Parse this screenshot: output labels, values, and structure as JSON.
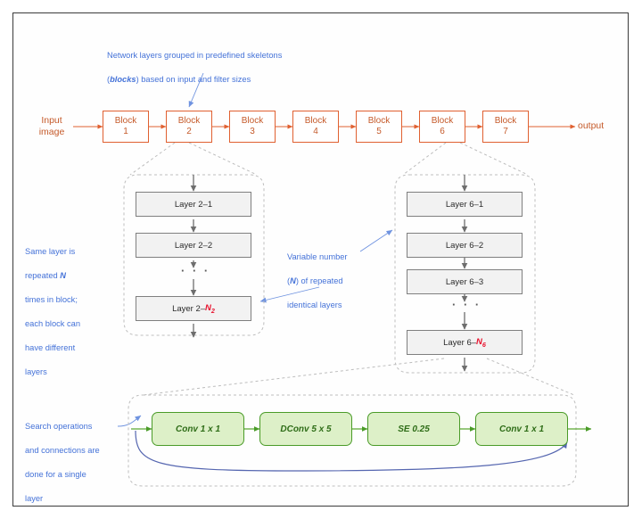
{
  "figure": {
    "title": "Neural architecture search space diagram"
  },
  "annotations": {
    "top": "Network layers grouped in predefined skeletons (blocks) based on input and filter sizes",
    "top_line1_pre": "Network layers grouped in predefined skeletons",
    "top_line2_pre": "(",
    "top_line2_em": "blocks",
    "top_line2_post": ") based on input and filter sizes",
    "left": "Same layer is repeated N times in block; each block can have different layers",
    "left_line1": "Same layer is",
    "left_line2_pre": "repeated ",
    "left_line2_em": "N",
    "left_line3": "times in block;",
    "left_line4": "each block can",
    "left_line5": "have different",
    "left_line6": "layers",
    "middle": "Variable number (N) of repeated identical layers",
    "middle_line1": "Variable number",
    "middle_line2_pre": "(",
    "middle_line2_em": "N",
    "middle_line2_post": ") of repeated",
    "middle_line3": "identical layers",
    "bottom": "Search operations and connections are done for a single layer",
    "bottom_line1": "Search operations",
    "bottom_line2": "and connections are",
    "bottom_line3": "done for a single",
    "bottom_line4": "layer"
  },
  "pipeline": {
    "input_label_line1": "Input",
    "input_label_line2": "image",
    "output_label": "output",
    "blocks": [
      {
        "name": "Block",
        "index": "1"
      },
      {
        "name": "Block",
        "index": "2"
      },
      {
        "name": "Block",
        "index": "3"
      },
      {
        "name": "Block",
        "index": "4"
      },
      {
        "name": "Block",
        "index": "5"
      },
      {
        "name": "Block",
        "index": "6"
      },
      {
        "name": "Block",
        "index": "7"
      }
    ]
  },
  "block2_expansion": {
    "source_block": "Block 2",
    "layers": [
      {
        "label": "Layer 2–1",
        "variable": ""
      },
      {
        "label": "Layer 2–2",
        "variable": ""
      },
      {
        "label": "Layer 2–",
        "variable": "N2"
      }
    ],
    "ellipsis": "· · ·"
  },
  "block6_expansion": {
    "source_block": "Block 6",
    "layers": [
      {
        "label": "Layer 6–1",
        "variable": ""
      },
      {
        "label": "Layer 6–2",
        "variable": ""
      },
      {
        "label": "Layer 6–3",
        "variable": ""
      },
      {
        "label": "Layer 6–",
        "variable": "N6"
      }
    ],
    "ellipsis": "· · ·"
  },
  "layer_expansion": {
    "operations": [
      {
        "label": "Conv 1 x 1"
      },
      {
        "label": "DConv 5 x 5"
      },
      {
        "label": "SE 0.25"
      },
      {
        "label": "Conv 1 x 1"
      }
    ],
    "skip_connection": "residual-skip-connection"
  },
  "colors": {
    "block_border": "#e06030",
    "block_text": "#c55a2a",
    "layer_border": "#7f7f7f",
    "layer_fill": "#f2f2f2",
    "op_border": "#4a9b28",
    "op_fill": "#ddf0c8",
    "op_text": "#2f6d18",
    "annotation_text": "#4472d8",
    "variable_red": "#e8112d",
    "dashed_container": "#b8b8b8",
    "skip_line": "#5566b0"
  }
}
